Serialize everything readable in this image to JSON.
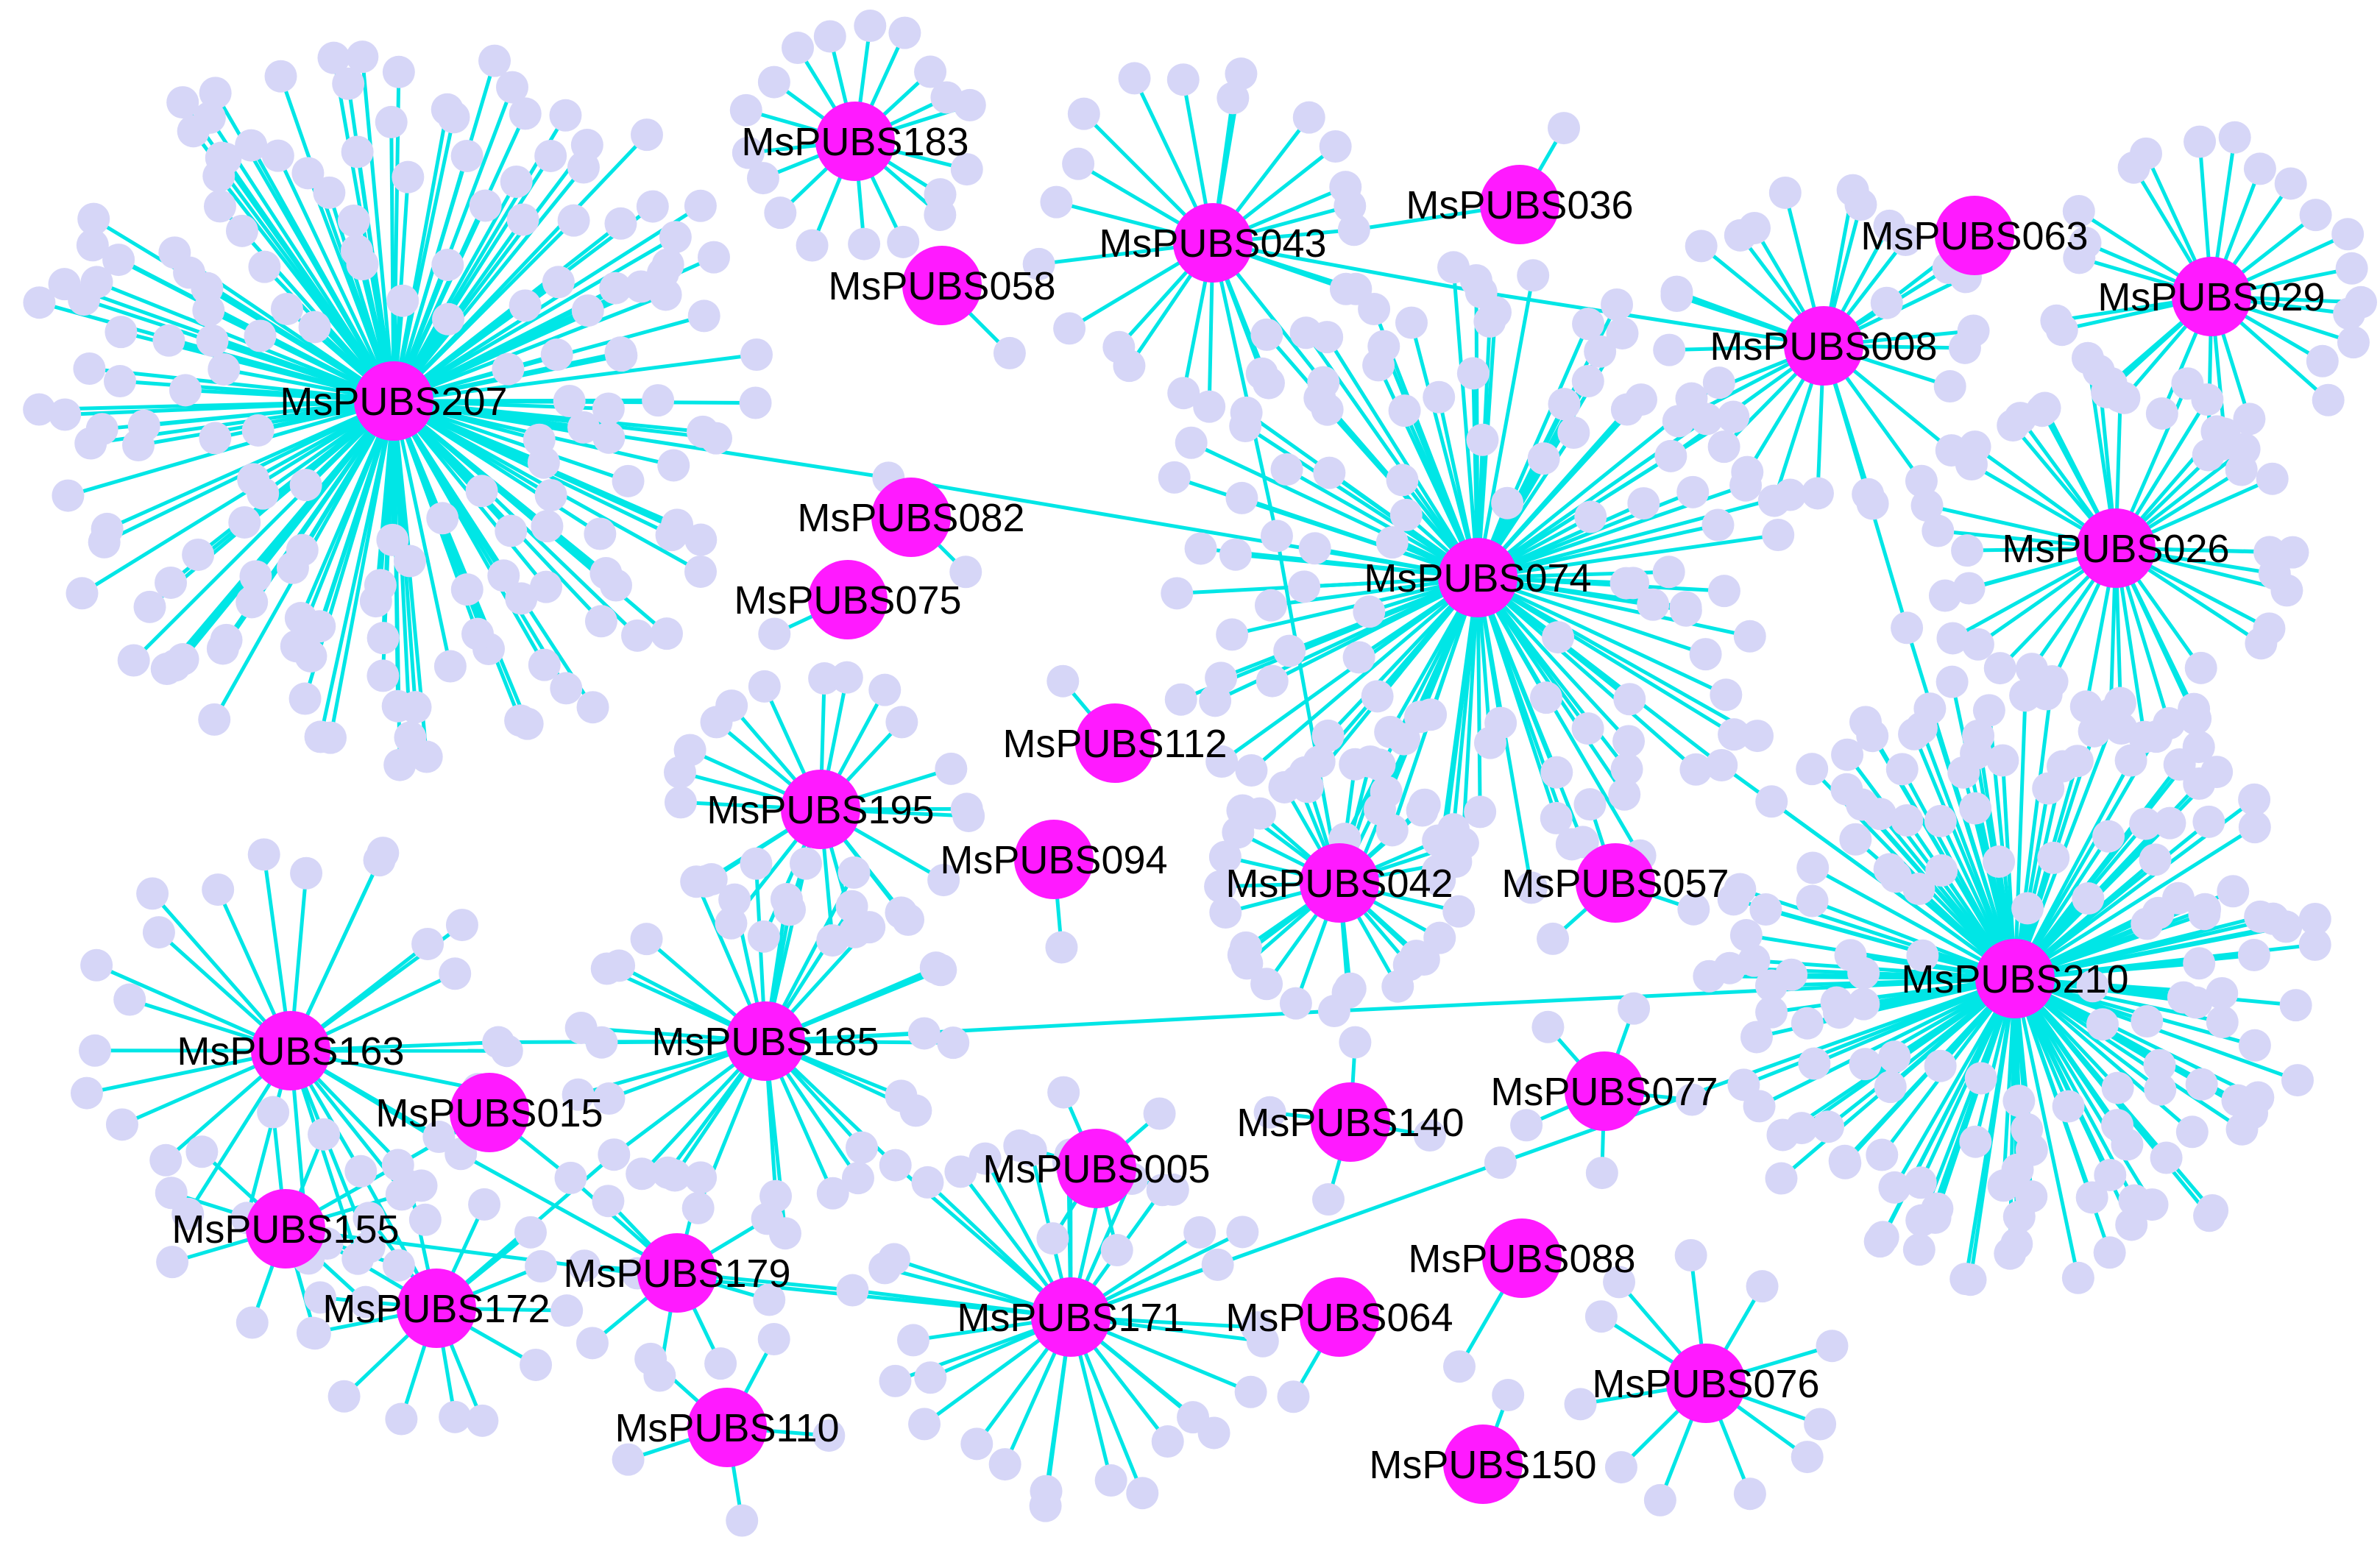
{
  "colors": {
    "hub": "#ff1aff",
    "leaf": "#d6d6f7",
    "edge": "#00e6e6",
    "label": "#000000",
    "background": "#ffffff"
  },
  "nodes": [
    {
      "id": "MsPUBS207",
      "label": "MsPUBS207"
    },
    {
      "id": "MsPUBS183",
      "label": "MsPUBS183"
    },
    {
      "id": "MsPUBS058",
      "label": "MsPUBS058"
    },
    {
      "id": "MsPUBS043",
      "label": "MsPUBS043"
    },
    {
      "id": "MsPUBS036",
      "label": "MsPUBS036"
    },
    {
      "id": "MsPUBS063",
      "label": "MsPUBS063"
    },
    {
      "id": "MsPUBS029",
      "label": "MsPUBS029"
    },
    {
      "id": "MsPUBS008",
      "label": "MsPUBS008"
    },
    {
      "id": "MsPUBS082",
      "label": "MsPUBS082"
    },
    {
      "id": "MsPUBS075",
      "label": "MsPUBS075"
    },
    {
      "id": "MsPUBS074",
      "label": "MsPUBS074"
    },
    {
      "id": "MsPUBS026",
      "label": "MsPUBS026"
    },
    {
      "id": "MsPUBS112",
      "label": "MsPUBS112"
    },
    {
      "id": "MsPUBS195",
      "label": "MsPUBS195"
    },
    {
      "id": "MsPUBS094",
      "label": "MsPUBS094"
    },
    {
      "id": "MsPUBS042",
      "label": "MsPUBS042"
    },
    {
      "id": "MsPUBS057",
      "label": "MsPUBS057"
    },
    {
      "id": "MsPUBS210",
      "label": "MsPUBS210"
    },
    {
      "id": "MsPUBS163",
      "label": "MsPUBS163"
    },
    {
      "id": "MsPUBS185",
      "label": "MsPUBS185"
    },
    {
      "id": "MsPUBS015",
      "label": "MsPUBS015"
    },
    {
      "id": "MsPUBS140",
      "label": "MsPUBS140"
    },
    {
      "id": "MsPUBS077",
      "label": "MsPUBS077"
    },
    {
      "id": "MsPUBS005",
      "label": "MsPUBS005"
    },
    {
      "id": "MsPUBS155",
      "label": "MsPUBS155"
    },
    {
      "id": "MsPUBS179",
      "label": "MsPUBS179"
    },
    {
      "id": "MsPUBS172",
      "label": "MsPUBS172"
    },
    {
      "id": "MsPUBS171",
      "label": "MsPUBS171"
    },
    {
      "id": "MsPUBS064",
      "label": "MsPUBS064"
    },
    {
      "id": "MsPUBS088",
      "label": "MsPUBS088"
    },
    {
      "id": "MsPUBS076",
      "label": "MsPUBS076"
    },
    {
      "id": "MsPUBS110",
      "label": "MsPUBS110"
    },
    {
      "id": "MsPUBS150",
      "label": "MsPUBS150"
    }
  ],
  "links": [
    [
      "MsPUBS043",
      "MsPUBS036"
    ],
    [
      "MsPUBS043",
      "MsPUBS008"
    ],
    [
      "MsPUBS043",
      "MsPUBS042"
    ],
    [
      "MsPUBS008",
      "MsPUBS063"
    ],
    [
      "MsPUBS008",
      "MsPUBS074"
    ],
    [
      "MsPUBS008",
      "MsPUBS210"
    ],
    [
      "MsPUBS207",
      "MsPUBS074"
    ],
    [
      "MsPUBS074",
      "MsPUBS210"
    ],
    [
      "MsPUBS074",
      "MsPUBS042"
    ],
    [
      "MsPUBS163",
      "MsPUBS185"
    ],
    [
      "MsPUBS185",
      "MsPUBS210"
    ],
    [
      "MsPUBS185",
      "MsPUBS171"
    ],
    [
      "MsPUBS163",
      "MsPUBS179"
    ],
    [
      "MsPUBS185",
      "MsPUBS172"
    ],
    [
      "MsPUBS015",
      "MsPUBS155"
    ],
    [
      "MsPUBS015",
      "MsPUBS179"
    ],
    [
      "MsPUBS155",
      "MsPUBS171"
    ],
    [
      "MsPUBS163",
      "MsPUBS172"
    ],
    [
      "MsPUBS179",
      "MsPUBS171"
    ],
    [
      "MsPUBS171",
      "MsPUBS210"
    ],
    [
      "MsPUBS195",
      "MsPUBS185"
    ]
  ]
}
